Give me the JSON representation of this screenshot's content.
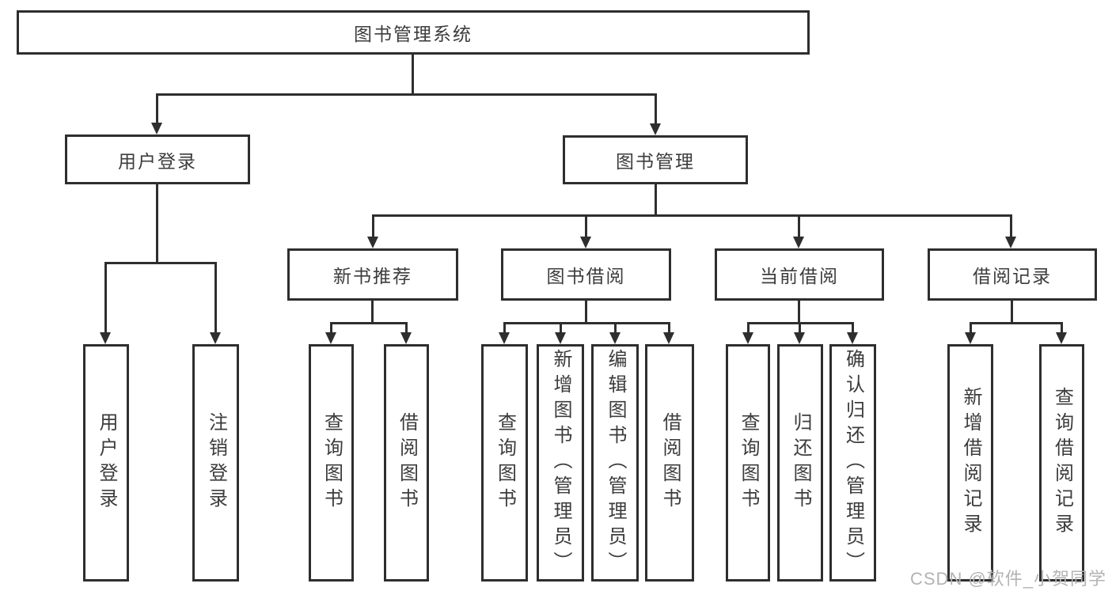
{
  "title": "图书管理系统",
  "colors": {
    "line": "#2e2e2e",
    "text": "#3c3c3c",
    "watermark": "#b3b3b3",
    "background": "#ffffff"
  },
  "nodes": {
    "root": {
      "label": "图书管理系统"
    },
    "user_login": {
      "label": "用户登录"
    },
    "book_mgmt": {
      "label": "图书管理"
    },
    "new_book": {
      "label": "新书推荐"
    },
    "book_borrow": {
      "label": "图书借阅"
    },
    "current_borrow": {
      "label": "当前借阅"
    },
    "borrow_records": {
      "label": "借阅记录"
    },
    "leaf_user_login": {
      "label": "用户登录"
    },
    "leaf_logout": {
      "label": "注销登录"
    },
    "leaf_nb_query": {
      "label": "查询图书"
    },
    "leaf_nb_borrow": {
      "label": "借阅图书"
    },
    "leaf_bb_query": {
      "label": "查询图书"
    },
    "leaf_bb_add": {
      "label": "新增图书（管理员）"
    },
    "leaf_bb_edit": {
      "label": "编辑图书（管理员）"
    },
    "leaf_bb_borrow": {
      "label": "借阅图书"
    },
    "leaf_cb_query": {
      "label": "查询图书"
    },
    "leaf_cb_return": {
      "label": "归还图书"
    },
    "leaf_cb_confirm": {
      "label": "确认归还（管理员）"
    },
    "leaf_br_add": {
      "label": "新增借阅记录"
    },
    "leaf_br_query": {
      "label": "查询借阅记录"
    }
  },
  "watermark": "CSDN @软件_小贺同学"
}
